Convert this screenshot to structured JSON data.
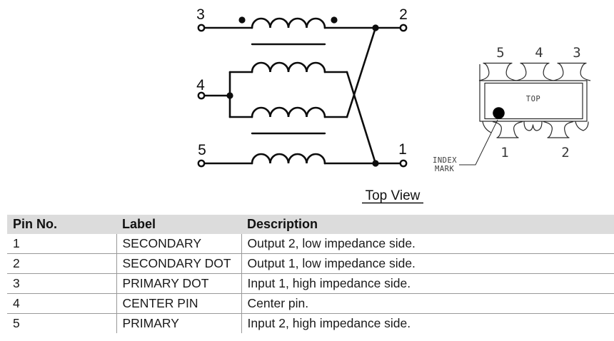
{
  "colors": {
    "schematic_line": "#0d0d0d",
    "package_line": "#2b2b2b",
    "table_header_bg": "#dcdcdc",
    "table_grid_line": "#999999",
    "text": "#1a1a1a"
  },
  "schematic": {
    "pin3_label": "3",
    "pin2_label": "2",
    "pin4_label": "4",
    "pin5_label": "5",
    "pin1_label": "1"
  },
  "package": {
    "top_pin_labels": [
      "5",
      "4",
      "3"
    ],
    "bottom_pin_labels": [
      "1",
      "2"
    ],
    "body_label": "TOP",
    "index_mark_line1": "INDEX",
    "index_mark_line2": "MARK"
  },
  "caption": "Top View",
  "pin_table": {
    "headers": [
      "Pin No.",
      "Label",
      "Description"
    ],
    "rows": [
      {
        "pin": "1",
        "label": "SECONDARY",
        "description": "Output 2, low impedance side."
      },
      {
        "pin": "2",
        "label": "SECONDARY DOT",
        "description": "Output 1, low impedance side."
      },
      {
        "pin": "3",
        "label": "PRIMARY DOT",
        "description": "Input 1, high impedance side."
      },
      {
        "pin": "4",
        "label": "CENTER PIN",
        "description": "Center pin."
      },
      {
        "pin": "5",
        "label": "PRIMARY",
        "description": "Input 2, high impedance side."
      }
    ]
  }
}
